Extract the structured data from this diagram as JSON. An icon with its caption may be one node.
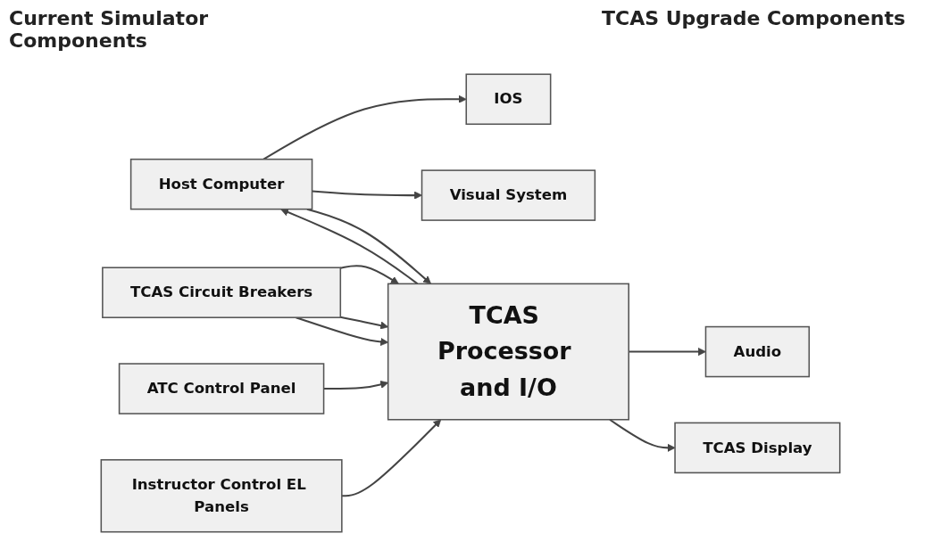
{
  "diagram": {
    "nodes": [
      {
        "text": [
          "IOS"
        ]
      },
      {
        "text": [
          "Host Computer"
        ]
      },
      {
        "text": [
          "Visual System"
        ]
      },
      {
        "text": [
          "Audio"
        ]
      },
      {
        "text": [
          "TCAS Processor and I/O"
        ]
      },
      {
        "text": [
          "TCAS Circuit Breakers"
        ]
      },
      {
        "text": [
          "ATC Control Panel"
        ]
      },
      {
        "text": [
          "TCAS Display"
        ]
      },
      {
        "text": [
          "Instructor Control EL Panels"
        ]
      }
    ],
    "edges": [
      {
        "from": 1,
        "to": 0,
        "arrow": "to"
      },
      {
        "from": 1,
        "to": 2,
        "arrow": "to"
      },
      {
        "from": 1,
        "to": 4,
        "arrow": "to"
      },
      {
        "from": 4,
        "to": 1,
        "arrow": "to"
      },
      {
        "from": 4,
        "to": 3,
        "arrow": "to"
      },
      {
        "from": 5,
        "to": 4,
        "arrow": "to"
      },
      {
        "from": 5,
        "to": 4,
        "arrow": "to"
      },
      {
        "from": 5,
        "to": 4,
        "arrow": "to"
      },
      {
        "from": 6,
        "to": 4,
        "arrow": "to"
      },
      {
        "from": 4,
        "to": 7,
        "arrow": "to"
      },
      {
        "from": 8,
        "to": 4,
        "arrow": "to"
      }
    ],
    "labels": [
      "Current Simulator Components",
      "TCAS Upgrade Components"
    ]
  }
}
